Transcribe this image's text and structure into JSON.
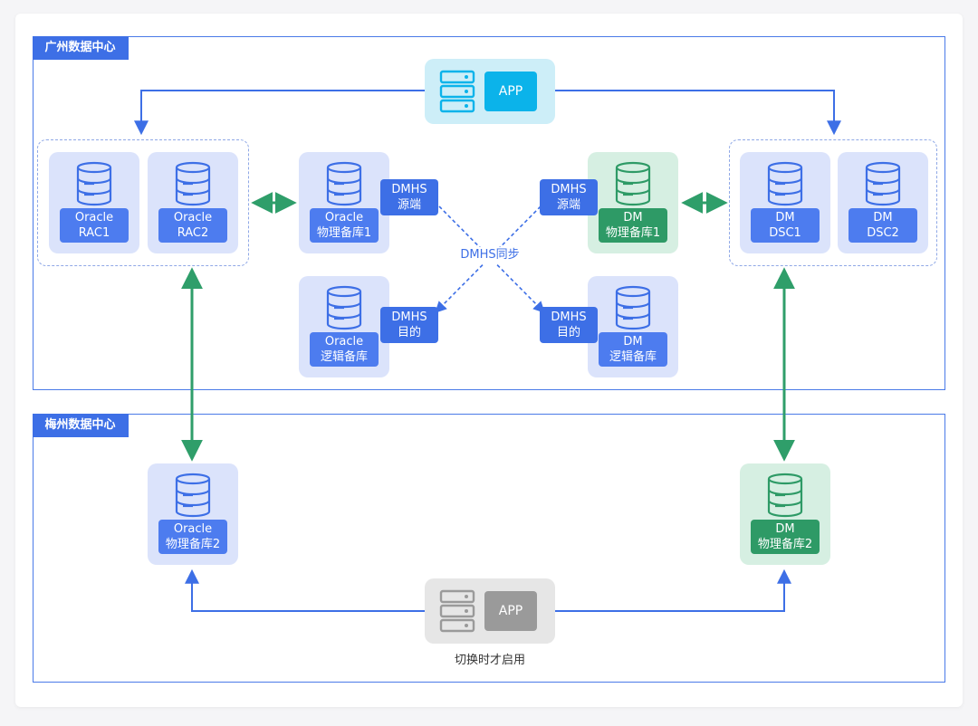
{
  "datacenters": {
    "guangzhou": "广州数据中心",
    "meizhou": "梅州数据中心"
  },
  "apps": {
    "active": "APP",
    "standby": "APP",
    "standby_caption": "切换时才启用"
  },
  "nodes": {
    "oracle_rac1": [
      "Oracle",
      "RAC1"
    ],
    "oracle_rac2": [
      "Oracle",
      "RAC2"
    ],
    "oracle_phys1": [
      "Oracle",
      "物理备库1"
    ],
    "oracle_logical": [
      "Oracle",
      "逻辑备库"
    ],
    "dm_phys1": [
      "DM",
      "物理备库1"
    ],
    "dm_logical": [
      "DM",
      "逻辑备库"
    ],
    "dm_dsc1": [
      "DM",
      "DSC1"
    ],
    "dm_dsc2": [
      "DM",
      "DSC2"
    ],
    "oracle_phys2": [
      "Oracle",
      "物理备库2"
    ],
    "dm_phys2": [
      "DM",
      "物理备库2"
    ]
  },
  "tags": {
    "oracle_source": [
      "DMHS",
      "源端"
    ],
    "oracle_target": [
      "DMHS",
      "目的"
    ],
    "dm_source": [
      "DMHS",
      "源端"
    ],
    "dm_target": [
      "DMHS",
      "目的"
    ]
  },
  "sync_label": "DMHS同步",
  "colors": {
    "primary_blue": "#3d6fe6",
    "node_blue_bg": "#dbe3fb",
    "node_green_bg": "#d6efe2",
    "green_label": "#2e9a66",
    "green_arrow": "#2f9e6a",
    "app_cyan": "#0bb3ea",
    "app_gray": "#9a9a9a"
  },
  "icons": [
    "database-icon",
    "server-rack-icon"
  ]
}
